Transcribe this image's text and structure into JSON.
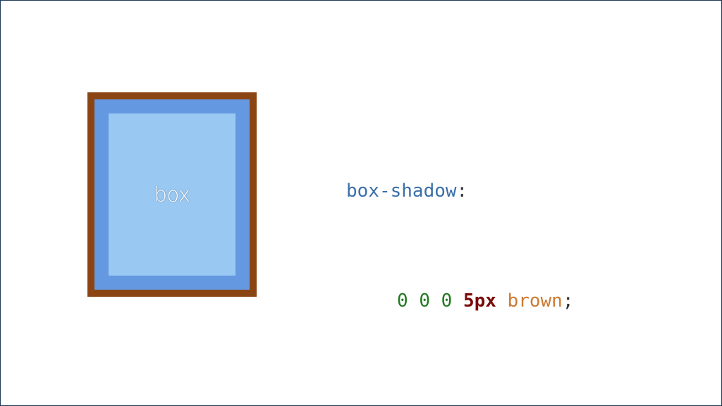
{
  "box": {
    "label": "box",
    "colors": {
      "shadow": "#8b4513",
      "padding": "#6499e1",
      "content": "#99c9f3"
    }
  },
  "code": {
    "property": "box-shadow",
    "colon": ":",
    "offset_x": "0",
    "offset_y": "0",
    "blur": "0",
    "spread": "5px",
    "color": "brown",
    "semicolon": ";"
  }
}
